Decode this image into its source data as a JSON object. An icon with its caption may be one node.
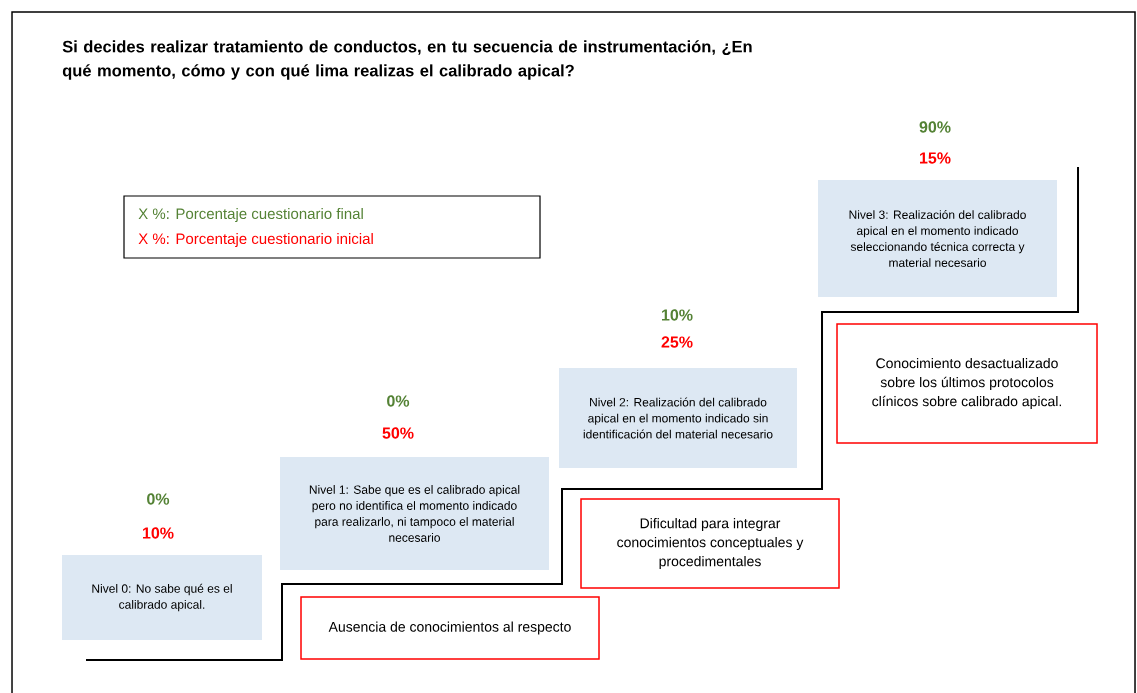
{
  "diagram": {
    "title": "Si decides realizar tratamiento de conductos, en tu secuencia de instrumentación, ¿En qué momento, cómo y con qué lima realizas el calibrado apical?",
    "nodes": [
      {
        "text": [
          "Nivel 0: No sabe qué es el calibrado apical."
        ],
        "beside": [
          "0%",
          "10%"
        ]
      },
      {
        "text": [
          "Nivel 1: Sabe que es el calibrado apical pero no identifica el momento indicado para realizarlo, ni tampoco el material necesario"
        ],
        "beside": [
          "0%",
          "50%"
        ]
      },
      {
        "text": [
          "Nivel 2: Realización del calibrado apical en el momento indicado sin identificación del material necesario"
        ],
        "beside": [
          "10%",
          "25%"
        ]
      },
      {
        "text": [
          "Nivel 3: Realización del calibrado apical en el momento indicado seleccionando técnica correcta y material necesario"
        ],
        "beside": [
          "90%",
          "15%"
        ]
      },
      {
        "text": [
          "Ausencia de conocimientos al respecto"
        ]
      },
      {
        "text": [
          "Dificultad para integrar conocimientos conceptuales y procedimentales"
        ]
      },
      {
        "text": [
          "Conocimiento desactualizado sobre los últimos protocolos clínicos sobre calibrado apical."
        ]
      }
    ],
    "legend": [
      {
        "text": "X %: Porcentaje cuestionario final",
        "color": "#548235"
      },
      {
        "text": "X %:  Porcentaje cuestionario inicial",
        "color": "#ff0000"
      }
    ]
  }
}
